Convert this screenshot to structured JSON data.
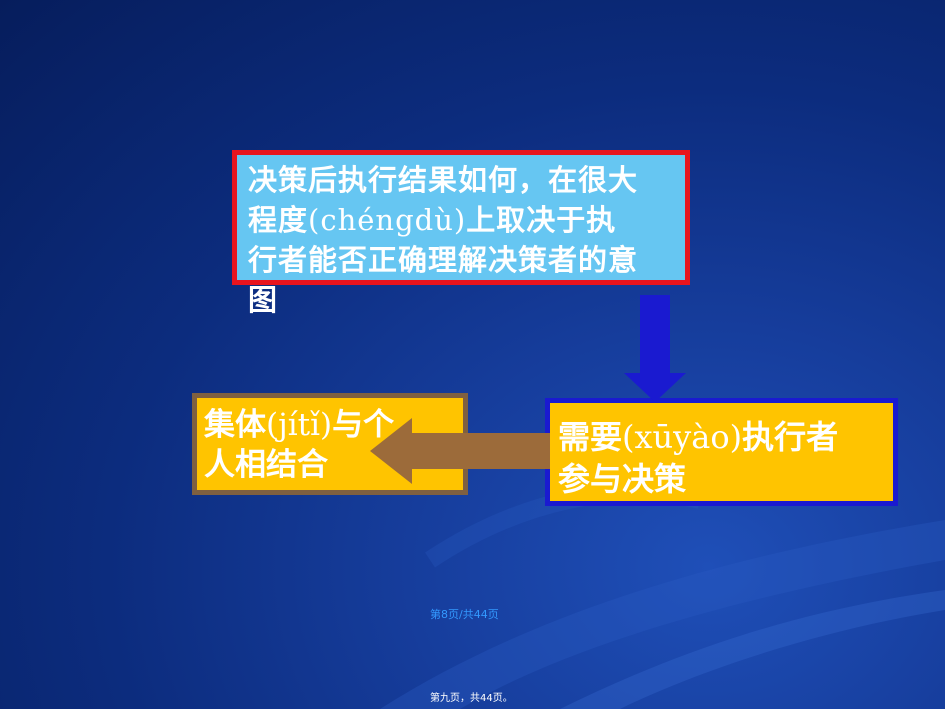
{
  "colors": {
    "background": "#0c2c7e",
    "top_box_fill": "#66c6f2",
    "top_box_border": "#e8141e",
    "left_box_fill": "#ffc400",
    "left_box_border": "#7f6040",
    "right_box_fill": "#ffc400",
    "right_box_border": "#1a1ad0",
    "down_arrow": "#1a1ad0",
    "left_arrow": "#9c6b3a",
    "text": "#ffffff"
  },
  "top_box": {
    "line1": "决策后执行结果如何，在很大",
    "line2_pre": "程度",
    "line2_pinyin": "(chéngdù)",
    "line2_post": "上取决于执",
    "line3": "行者能否正确理解决策者的意",
    "line4": "图"
  },
  "left_box": {
    "line1_pre": "集体",
    "line1_pinyin": "(jítǐ)",
    "line1_post": "与个",
    "line2": "人相结合"
  },
  "right_box": {
    "line1_pre": "需要",
    "line1_pinyin": "(xūyào)",
    "line1_post": "执行者",
    "line2": "参与决策"
  },
  "page_number": "第8页/共44页",
  "footer": "第九页，共44页。"
}
